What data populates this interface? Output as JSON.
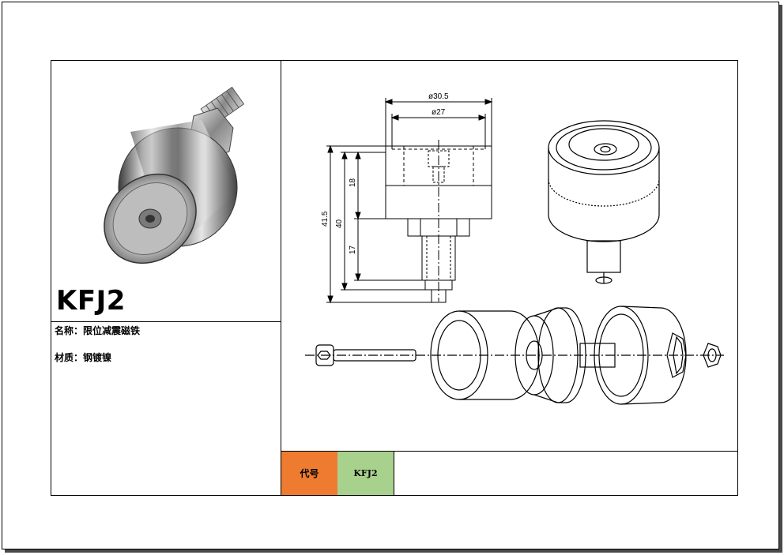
{
  "product": {
    "model": "KFJ2",
    "name_label": "名称：",
    "name_value": "限位减震磁铁",
    "material_label": "材质：",
    "material_value": "钢镀镍"
  },
  "drawing": {
    "dimensions": {
      "outer_diameter": "ø30.5",
      "inner_diameter": "ø27",
      "total_height": "41.5",
      "body_height": "40",
      "top_height": "18",
      "thread_length": "17"
    }
  },
  "code_row": {
    "label": "代号",
    "value": "KFJ2"
  },
  "colors": {
    "code_label_bg": "#ee7b30",
    "code_value_bg": "#a9d18e"
  }
}
